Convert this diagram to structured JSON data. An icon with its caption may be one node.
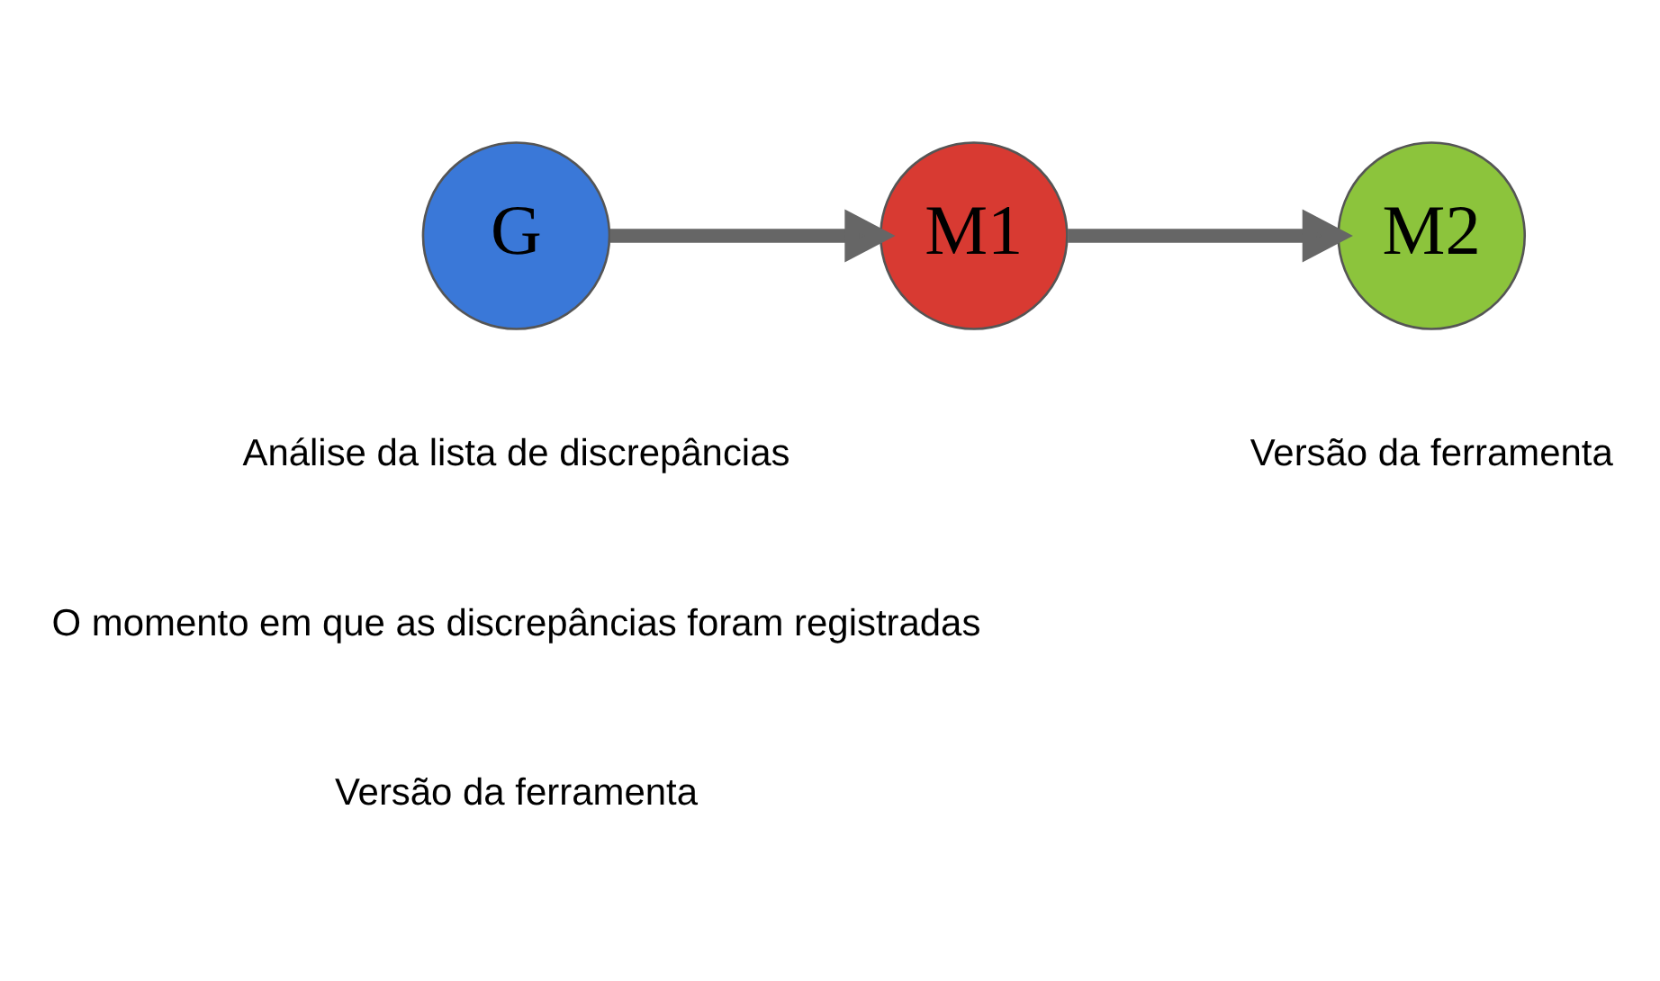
{
  "diagram": {
    "nodes": [
      {
        "text": [
          "G"
        ]
      },
      {
        "text": [
          "M1"
        ]
      },
      {
        "text": [
          "M2"
        ]
      }
    ],
    "edges": [
      {
        "from": 0,
        "to": 1,
        "arrow": "to"
      },
      {
        "from": 1,
        "to": 2,
        "arrow": "to"
      }
    ],
    "labels": [
      "Análise da lista de discrepâncias",
      "O momento em que as discrepâncias foram registradas",
      "Versão da ferramenta",
      "Versão da ferramenta"
    ]
  }
}
